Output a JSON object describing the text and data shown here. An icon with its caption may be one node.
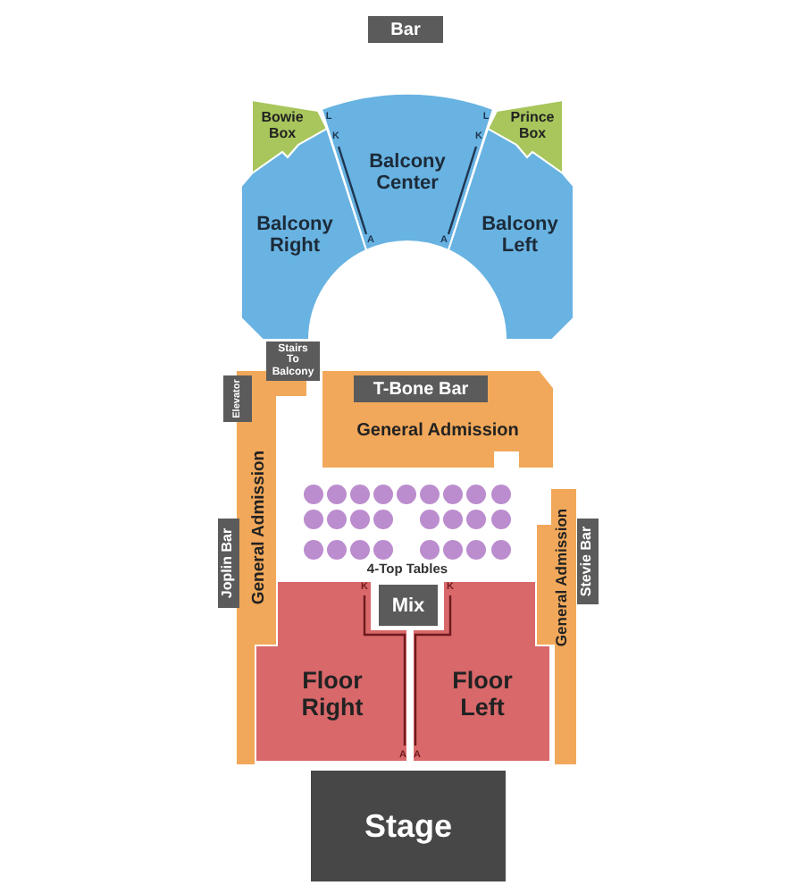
{
  "diagram": {
    "nodes": [
      {
        "text": [
          "Bar"
        ]
      },
      {
        "text": [
          "Bowie Box"
        ]
      },
      {
        "text": [
          "Balcony Center"
        ]
      },
      {
        "text": [
          "Prince Box"
        ]
      },
      {
        "text": [
          "Balcony Right"
        ]
      },
      {
        "text": [
          "Balcony Left"
        ]
      },
      {
        "text": [
          "Stairs To Balcony"
        ]
      },
      {
        "text": [
          "Elevator"
        ]
      },
      {
        "text": [
          "General Admission"
        ]
      },
      {
        "text": [
          "T-Bone Bar"
        ],
        "in": 8
      },
      {
        "text": [
          "General Admission"
        ]
      },
      {
        "text": [
          "General Admission"
        ]
      },
      {
        "text": [],
        "shape": "circle"
      },
      {
        "text": [],
        "shape": "circle"
      },
      {
        "text": [],
        "shape": "circle"
      },
      {
        "text": [],
        "shape": "circle"
      },
      {
        "text": [],
        "shape": "circle"
      },
      {
        "text": [],
        "shape": "circle"
      },
      {
        "text": [],
        "shape": "circle"
      },
      {
        "text": [],
        "shape": "circle"
      },
      {
        "text": [],
        "shape": "circle"
      },
      {
        "text": [],
        "shape": "circle"
      },
      {
        "text": [],
        "shape": "circle"
      },
      {
        "text": [],
        "shape": "circle"
      },
      {
        "text": [],
        "shape": "circle"
      },
      {
        "text": [],
        "shape": "circle"
      },
      {
        "text": [],
        "shape": "circle"
      },
      {
        "text": [],
        "shape": "circle"
      },
      {
        "text": [],
        "shape": "circle"
      },
      {
        "text": [],
        "shape": "circle"
      },
      {
        "text": [],
        "shape": "circle"
      },
      {
        "text": [],
        "shape": "circle"
      },
      {
        "text": [],
        "shape": "circle"
      },
      {
        "text": [],
        "shape": "circle"
      },
      {
        "text": [],
        "shape": "circle"
      },
      {
        "text": [],
        "shape": "circle"
      },
      {
        "text": [],
        "shape": "circle"
      },
      {
        "text": [
          "Joplin Bar"
        ]
      },
      {
        "text": [
          "Stevie Bar"
        ]
      },
      {
        "text": [
          "Mix"
        ]
      },
      {
        "text": [
          "Floor Right"
        ]
      },
      {
        "text": [
          "Floor Left"
        ]
      },
      {
        "text": [
          "Stage"
        ]
      }
    ],
    "labels": [
      "L",
      "L",
      "K",
      "K",
      "A",
      "A",
      "4-Top Tables",
      "K",
      "K",
      "A",
      "A"
    ]
  }
}
